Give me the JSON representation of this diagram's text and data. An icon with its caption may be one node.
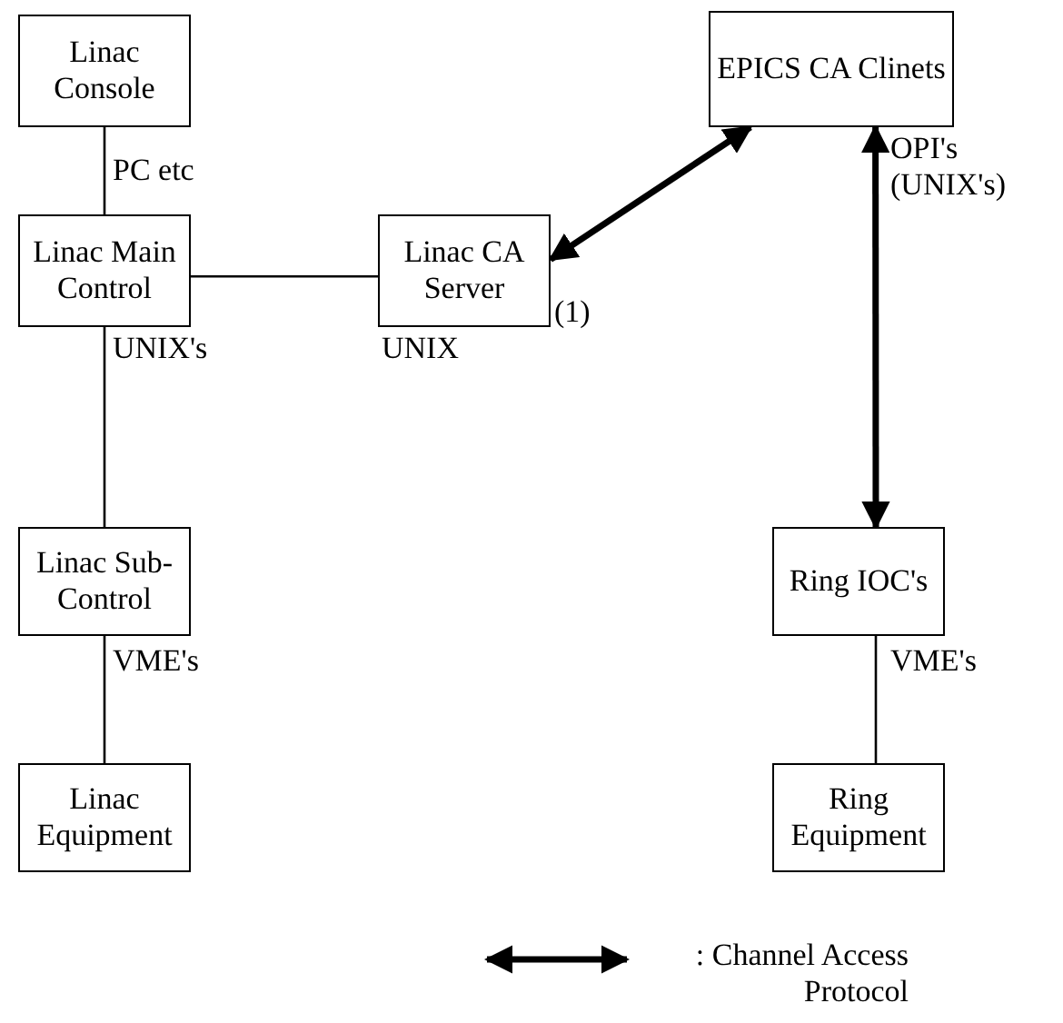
{
  "diagram": {
    "nodes": [
      {
        "text": [
          "Linac Console"
        ]
      },
      {
        "text": [
          "Linac Main Control"
        ]
      },
      {
        "text": [
          "Linac CA Server"
        ],
        "beside": [
          "(1)",
          "UNIX"
        ]
      },
      {
        "text": [
          "EPICS CA Clinets"
        ]
      },
      {
        "text": [
          "Linac Sub-Control"
        ]
      },
      {
        "text": [
          "Linac Equipment"
        ]
      },
      {
        "text": [
          "Ring IOC's"
        ]
      },
      {
        "text": [
          "Ring Equipment"
        ]
      }
    ],
    "edges": [
      {
        "from": 0,
        "to": 1,
        "arrow": "none",
        "label": "PC etc"
      },
      {
        "from": 1,
        "to": 2,
        "arrow": "none"
      },
      {
        "from": 2,
        "to": 3,
        "arrow": "both",
        "style": "thick"
      },
      {
        "from": 1,
        "to": 4,
        "arrow": "none",
        "label": "UNIX's"
      },
      {
        "from": 4,
        "to": 5,
        "arrow": "none",
        "label": "VME's"
      },
      {
        "from": 3,
        "to": 6,
        "arrow": "both",
        "style": "thick",
        "label": "OPI's (UNIX's)"
      },
      {
        "from": 6,
        "to": 7,
        "arrow": "none",
        "label": "VME's"
      }
    ],
    "legend": [
      {
        "text": ": Channel Access Protocol"
      }
    ]
  }
}
